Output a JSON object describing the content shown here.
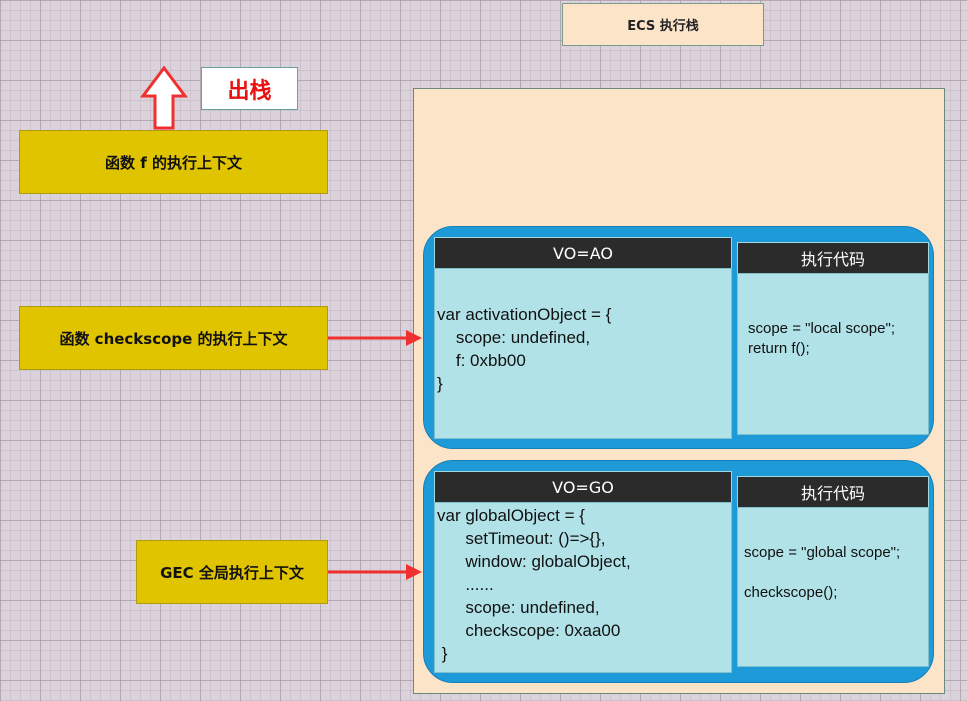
{
  "title": "ECS 执行栈",
  "popped_label": "出栈",
  "contexts": {
    "f": "函数 f 的执行上下文",
    "checkscope": "函数 checkscope 的执行上下文",
    "gec": "GEC 全局执行上下文"
  },
  "frames": {
    "checkscope": {
      "vo_header": "VO=AO",
      "vo_lines": [
        "var activationObject = {",
        "    scope: undefined,",
        "    f: 0xbb00",
        "}"
      ],
      "code_header": "执行代码",
      "code_lines": [
        "scope = \"local scope\";",
        "return f();"
      ]
    },
    "global": {
      "vo_header": "VO=GO",
      "vo_lines": [
        "var globalObject = {",
        "      setTimeout: ()=>{},",
        "      window: globalObject,",
        "      ......",
        "      scope: undefined,",
        "      checkscope: 0xaa00",
        " }"
      ],
      "code_header": "执行代码",
      "code_lines": [
        "scope = \"global scope\";",
        "",
        "checkscope();"
      ]
    }
  },
  "colors": {
    "context_box": "#e0c400",
    "stack_frame": "#1f9ad8",
    "vo_body": "#b0e2e8",
    "header": "#2b2b2b",
    "panel": "#fbe4c8",
    "arrow": "#f03030"
  },
  "icons": {
    "pop_arrow": "up-arrow-icon",
    "push_arrow": "right-arrow-icon"
  }
}
